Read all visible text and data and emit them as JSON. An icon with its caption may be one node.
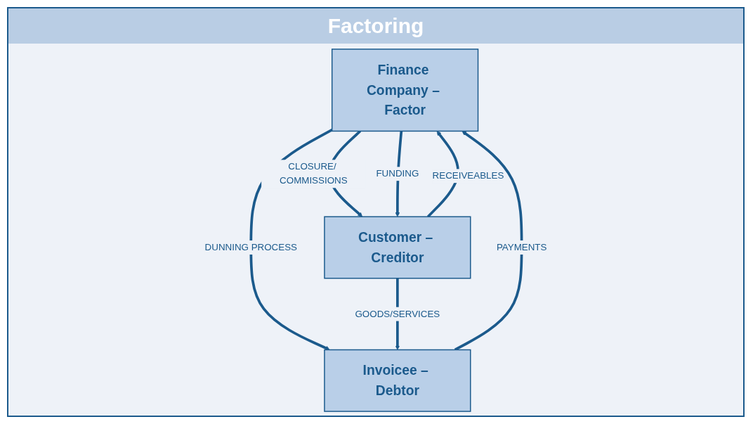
{
  "diagram": {
    "title": "Factoring",
    "nodes": [
      {
        "text": [
          "Finance Company – Factor"
        ]
      },
      {
        "text": [
          "Customer – Creditor"
        ]
      },
      {
        "text": [
          "Invoicee – Debtor"
        ]
      }
    ],
    "edges": [
      {
        "from": 1,
        "to": 0,
        "arrow": "to",
        "label": "RECEIVEABLES"
      },
      {
        "from": 0,
        "to": 1,
        "arrow": "to",
        "label": "CLOSURE/ COMMISSIONS"
      },
      {
        "from": 0,
        "to": 1,
        "arrow": "to",
        "label": "FUNDING"
      },
      {
        "from": 0,
        "to": 2,
        "arrow": "to",
        "label": "DUNNING PROCESS"
      },
      {
        "from": 2,
        "to": 0,
        "arrow": "to",
        "label": "PAYMENTS"
      },
      {
        "from": 1,
        "to": 2,
        "arrow": "to",
        "label": "GOODS/SERVICES"
      }
    ]
  }
}
